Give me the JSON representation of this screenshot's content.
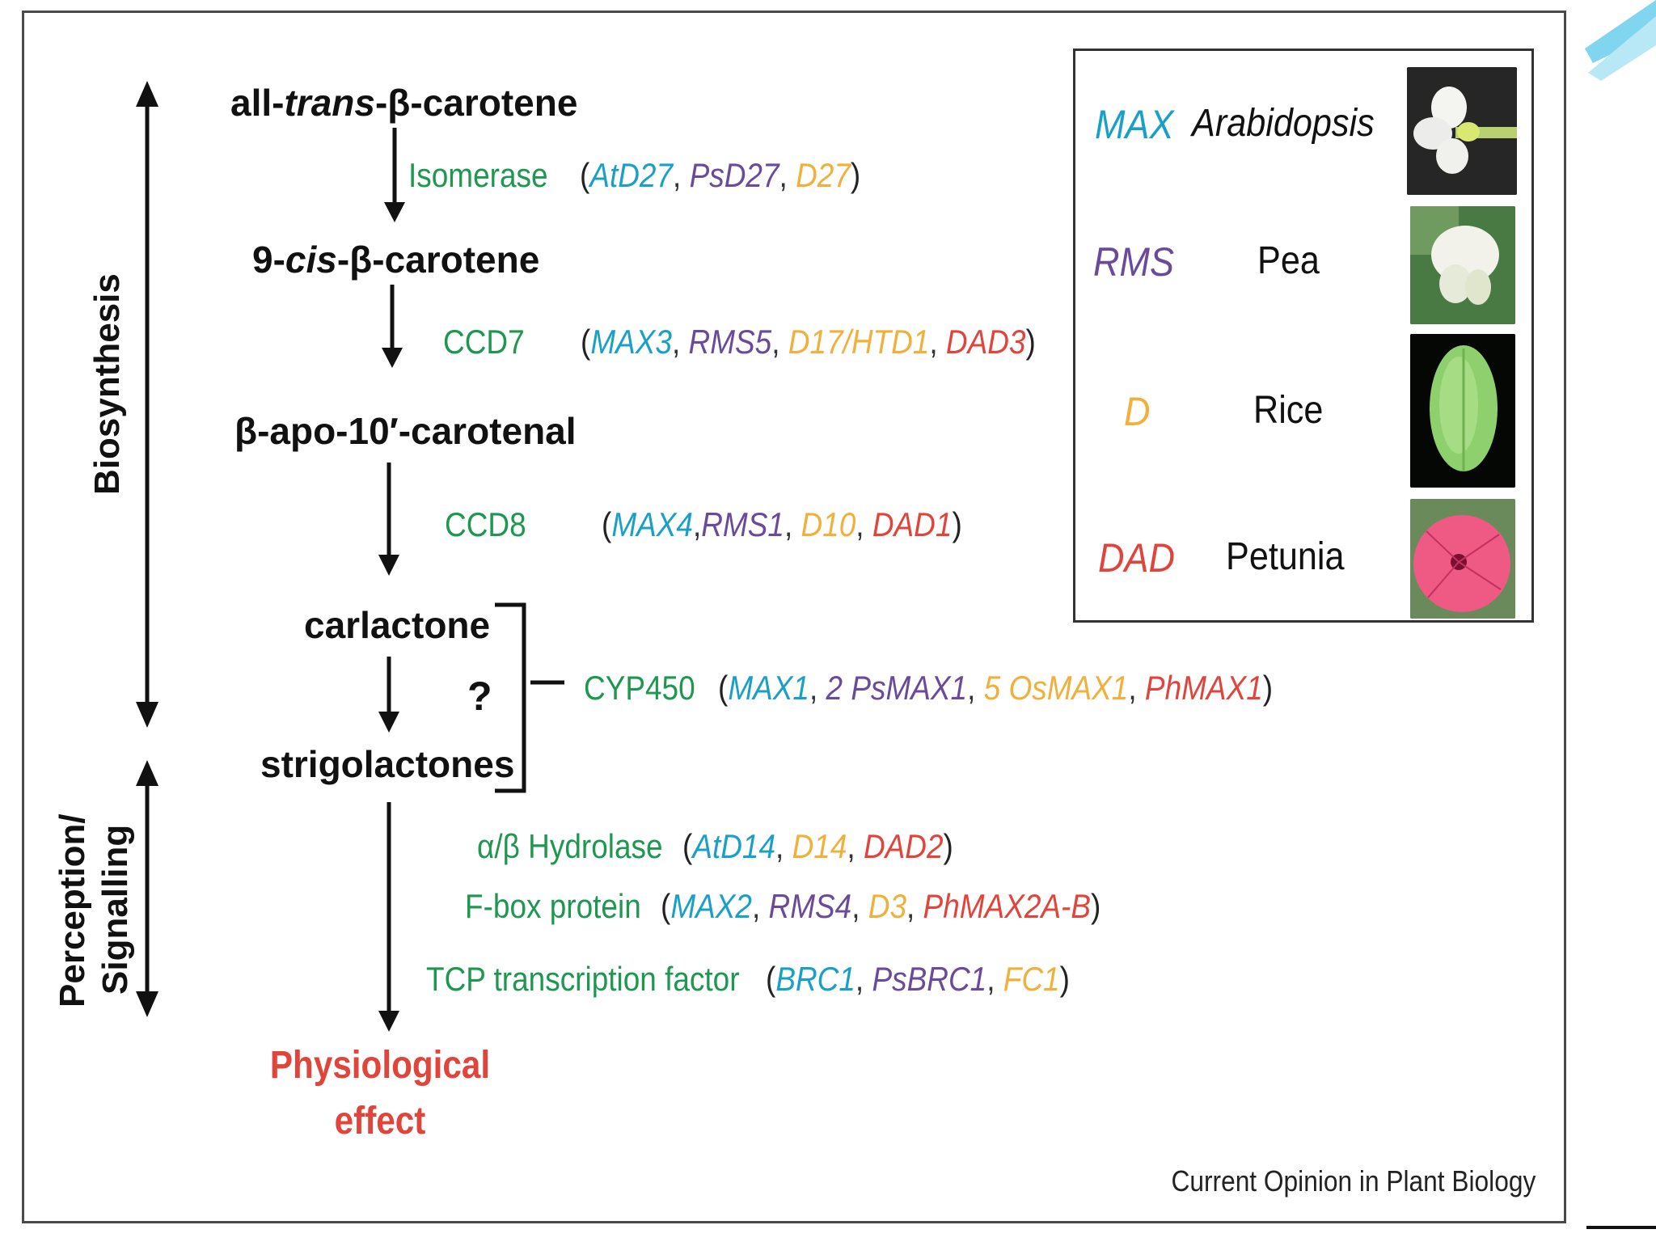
{
  "nodes": {
    "n1_pre": "all-",
    "n1_it": "trans",
    "n1_post": "-β-carotene",
    "n2_pre": "9-",
    "n2_it": "cis",
    "n2_post": "-β-carotene",
    "n3": "β-apo-10′-carotenal",
    "n4": "carlactone",
    "n5": "strigolactones",
    "question": "?",
    "effect_line1": "Physiological",
    "effect_line2": "effect"
  },
  "side_labels": {
    "biosynthesis": "Biosynthesis",
    "perception": "Perception/",
    "signalling": "Signalling"
  },
  "steps": {
    "isomerase": {
      "enzyme": "Isomerase",
      "open": "(",
      "g1": "AtD27",
      "s1": ", ",
      "g2": "PsD27",
      "s2": ", ",
      "g3": "D27",
      "close": ")"
    },
    "ccd7": {
      "enzyme": "CCD7",
      "open": "(",
      "g1": "MAX3",
      "s1": ", ",
      "g2": "RMS5",
      "s2": ", ",
      "g3": "D17/HTD1",
      "s3": ", ",
      "g4": "DAD3",
      "close": ")"
    },
    "ccd8": {
      "enzyme": "CCD8",
      "open": "(",
      "g1": "MAX4",
      "s1": ",",
      "g2": "RMS1",
      "s2": ", ",
      "g3": "D10",
      "s3": ", ",
      "g4": "DAD1",
      "close": ")"
    },
    "cyp450": {
      "enzyme": "CYP450",
      "open": "(",
      "g1": "MAX1",
      "s1": ", ",
      "g2": "2 PsMAX1",
      "s2": ", ",
      "g3": "5 OsMAX1",
      "s3": ", ",
      "g4": "PhMAX1",
      "close": ")"
    },
    "hydrolase": {
      "enzyme": "α/β Hydrolase",
      "open": "(",
      "g1": "AtD14",
      "s1": ", ",
      "g2": "D14",
      "s2": ", ",
      "g3": "DAD2",
      "close": ")"
    },
    "fbox": {
      "enzyme": "F-box protein",
      "open": "(",
      "g1": "MAX2",
      "s1": ", ",
      "g2": "RMS4",
      "s2": ", ",
      "g3": "D3",
      "s3": ", ",
      "g4": "PhMAX2A-B",
      "close": ")"
    },
    "tcp": {
      "enzyme": "TCP transcription factor",
      "open": "(",
      "g1": "BRC1",
      "s1": ", ",
      "g2": "PsBRC1",
      "s2": ", ",
      "g3": "FC1",
      "close": ")"
    }
  },
  "legend": [
    {
      "abbr": "MAX",
      "species": "Arabidopsis",
      "color": "#1aa0c8",
      "photo": "white-flower"
    },
    {
      "abbr": "RMS",
      "species": "Pea",
      "color": "#6a4a9a",
      "photo": "pea-flower"
    },
    {
      "abbr": "D",
      "species": "Rice",
      "color": "#f0b03a",
      "photo": "rice-grain"
    },
    {
      "abbr": "DAD",
      "species": "Petunia",
      "color": "#e0443a",
      "photo": "pink-petunia"
    }
  ],
  "source": "Current Opinion in Plant Biology",
  "colors": {
    "enzyme": "#1e9850",
    "arabidopsis": "#1aa0c8",
    "pea": "#6a4a9a",
    "rice": "#f0b03a",
    "petunia": "#e0443a"
  }
}
